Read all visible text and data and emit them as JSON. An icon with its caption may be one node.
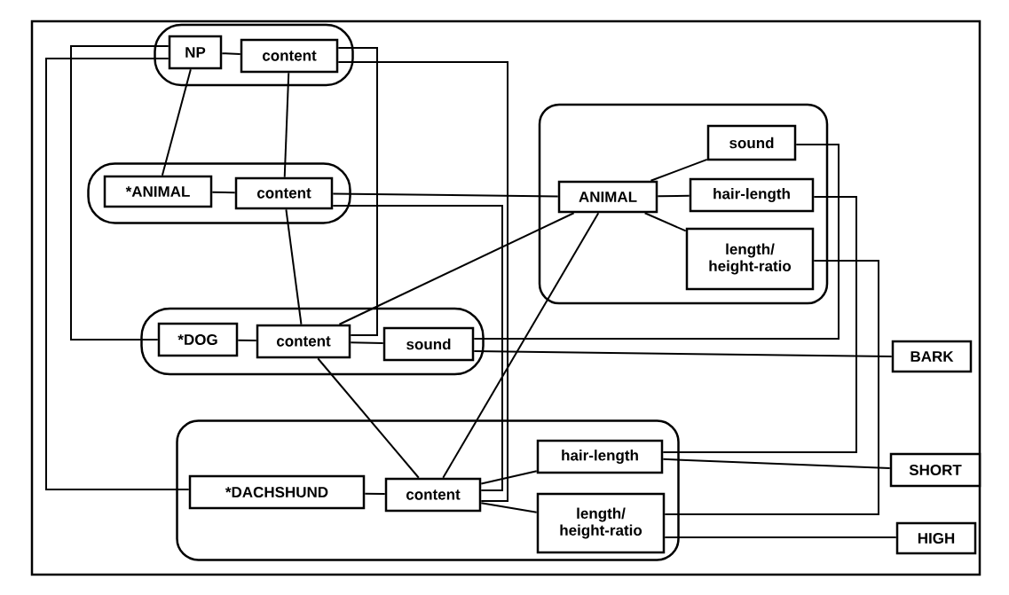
{
  "diagram": {
    "nodes": [
      {
        "text": [],
        "shape": "box"
      },
      {
        "text": [
          "NP"
        ],
        "in": 0
      },
      {
        "text": [
          "content"
        ],
        "in": 0
      },
      {
        "text": [],
        "shape": "box"
      },
      {
        "text": [
          "*ANIMAL"
        ],
        "in": 3
      },
      {
        "text": [
          "content"
        ],
        "in": 3
      },
      {
        "text": [],
        "shape": "box"
      },
      {
        "text": [
          "ANIMAL"
        ],
        "in": 6
      },
      {
        "text": [
          "sound"
        ],
        "in": 6
      },
      {
        "text": [
          "hair-length"
        ],
        "in": 6
      },
      {
        "text": [
          "length/ height-ratio"
        ],
        "in": 6
      },
      {
        "text": [],
        "shape": "box"
      },
      {
        "text": [
          "*DOG"
        ],
        "in": 11
      },
      {
        "text": [
          "content"
        ],
        "in": 11
      },
      {
        "text": [
          "sound"
        ],
        "in": 11
      },
      {
        "text": [],
        "shape": "box"
      },
      {
        "text": [
          "*DACHSHUND"
        ],
        "in": 15
      },
      {
        "text": [
          "content"
        ],
        "in": 15
      },
      {
        "text": [
          "hair-length"
        ],
        "in": 15
      },
      {
        "text": [
          "length/ height-ratio"
        ],
        "in": 15
      },
      {
        "text": [
          "BARK"
        ]
      },
      {
        "text": [
          "SHORT"
        ]
      },
      {
        "text": [
          "HIGH"
        ]
      }
    ],
    "edges": [
      {
        "from": 1,
        "to": 2,
        "arrow": "none"
      },
      {
        "from": 4,
        "to": 5,
        "arrow": "none"
      },
      {
        "from": 12,
        "to": 13,
        "arrow": "none"
      },
      {
        "from": 13,
        "to": 14,
        "arrow": "none"
      },
      {
        "from": 16,
        "to": 17,
        "arrow": "none"
      },
      {
        "from": 7,
        "to": 8,
        "arrow": "none"
      },
      {
        "from": 7,
        "to": 9,
        "arrow": "none"
      },
      {
        "from": 7,
        "to": 10,
        "arrow": "none"
      },
      {
        "from": 17,
        "to": 18,
        "arrow": "none"
      },
      {
        "from": 17,
        "to": 19,
        "arrow": "none"
      },
      {
        "from": 1,
        "to": 4,
        "arrow": "none"
      },
      {
        "from": 2,
        "to": 5,
        "arrow": "none"
      },
      {
        "from": 5,
        "to": 13,
        "arrow": "none"
      },
      {
        "from": 13,
        "to": 17,
        "arrow": "none"
      },
      {
        "from": 13,
        "to": 7,
        "arrow": "none"
      },
      {
        "from": 17,
        "to": 7,
        "arrow": "none"
      },
      {
        "from": 5,
        "to": 7,
        "arrow": "none"
      },
      {
        "from": 5,
        "to": 17,
        "arrow": "none"
      },
      {
        "from": 1,
        "to": 12,
        "arrow": "none"
      },
      {
        "from": 1,
        "to": 16,
        "arrow": "none"
      },
      {
        "from": 2,
        "to": 13,
        "arrow": "none"
      },
      {
        "from": 2,
        "to": 17,
        "arrow": "none"
      },
      {
        "from": 14,
        "to": 8,
        "arrow": "none"
      },
      {
        "from": 14,
        "to": 20,
        "arrow": "none"
      },
      {
        "from": 9,
        "to": 18,
        "arrow": "none"
      },
      {
        "from": 10,
        "to": 19,
        "arrow": "none"
      },
      {
        "from": 18,
        "to": 21,
        "arrow": "none"
      },
      {
        "from": 19,
        "to": 22,
        "arrow": "none"
      }
    ]
  }
}
